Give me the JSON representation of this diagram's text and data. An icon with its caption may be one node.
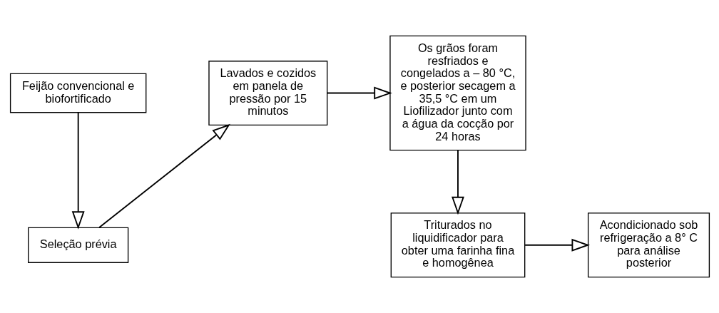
{
  "diagram": {
    "nodes": [
      {
        "text": [
          "Feijão convencional e biofortificado"
        ]
      },
      {
        "text": [
          "Seleção prévia"
        ]
      },
      {
        "text": [
          "Lavados e cozidos em panela de pressão por 15 minutos"
        ]
      },
      {
        "text": [
          "Os grãos foram resfriados e congelados a – 80 °C, e posterior secagem a 35,5 °C em um Liofilizador junto com a água da cocção por 24 horas"
        ]
      },
      {
        "text": [
          "Triturados no liquidificador para obter uma farinha fina e homogênea"
        ]
      },
      {
        "text": [
          "Acondicionado sob refrigeração a 8° C para análise posterior"
        ]
      }
    ],
    "edges": [
      {
        "from": 0,
        "to": 1,
        "arrow": "to"
      },
      {
        "from": 1,
        "to": 2,
        "arrow": "to"
      },
      {
        "from": 2,
        "to": 3,
        "arrow": "to"
      },
      {
        "from": 3,
        "to": 4,
        "arrow": "to"
      },
      {
        "from": 4,
        "to": 5,
        "arrow": "to"
      }
    ]
  }
}
